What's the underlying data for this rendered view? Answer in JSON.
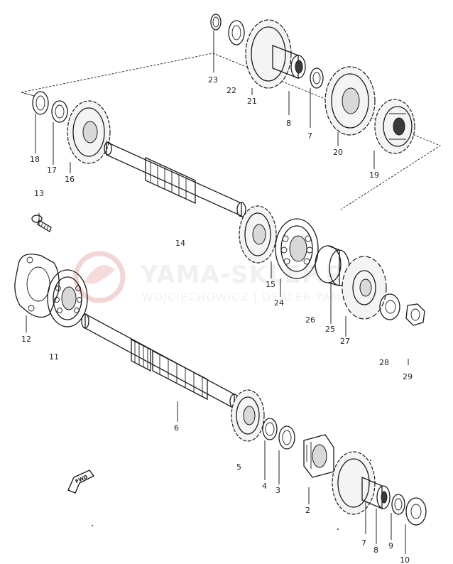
{
  "watermark": {
    "title": "YAMA-SKLEP.PL",
    "subtitle": "WOJCIECHOWICZ | DEALER YAMAHA",
    "color": "#e4a8a8"
  },
  "callouts": [
    {
      "id": "c23",
      "label": "23"
    },
    {
      "id": "c22",
      "label": "22"
    },
    {
      "id": "c21",
      "label": "21"
    },
    {
      "id": "c8a",
      "label": "8"
    },
    {
      "id": "c7a",
      "label": "7"
    },
    {
      "id": "c20",
      "label": "20"
    },
    {
      "id": "c19",
      "label": "19"
    },
    {
      "id": "c18",
      "label": "18"
    },
    {
      "id": "c17",
      "label": "17"
    },
    {
      "id": "c16",
      "label": "16"
    },
    {
      "id": "c13",
      "label": "13"
    },
    {
      "id": "c14",
      "label": "14"
    },
    {
      "id": "c15",
      "label": "15"
    },
    {
      "id": "c24",
      "label": "24"
    },
    {
      "id": "c26",
      "label": "26"
    },
    {
      "id": "c25",
      "label": "25"
    },
    {
      "id": "c27",
      "label": "27"
    },
    {
      "id": "c12",
      "label": "12"
    },
    {
      "id": "c11",
      "label": "11"
    },
    {
      "id": "c28",
      "label": "28"
    },
    {
      "id": "c29",
      "label": "29"
    },
    {
      "id": "c6",
      "label": "6"
    },
    {
      "id": "c5",
      "label": "5"
    },
    {
      "id": "c4",
      "label": "4"
    },
    {
      "id": "c3",
      "label": "3"
    },
    {
      "id": "c2",
      "label": "2"
    },
    {
      "id": "c7b",
      "label": "7"
    },
    {
      "id": "c8b",
      "label": "8"
    },
    {
      "id": "c9",
      "label": "9"
    },
    {
      "id": "c10",
      "label": "10"
    }
  ],
  "fwd_label": "FWD",
  "icons": [
    "fwd-arrow-icon"
  ]
}
